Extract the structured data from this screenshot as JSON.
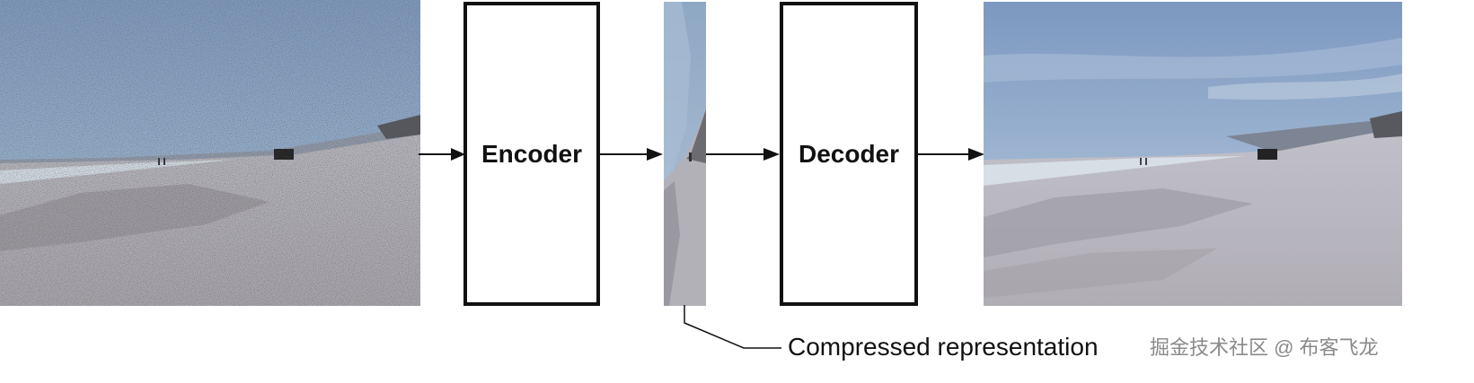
{
  "diagram": {
    "encoder_label": "Encoder",
    "decoder_label": "Decoder",
    "caption": "Compressed representation"
  },
  "watermark": "掘金技术社区 @ 布客飞龙",
  "colors": {
    "sky_top": "#7f9bc0",
    "sky_bottom": "#b7c9de",
    "sand_top": "#b9b8bf",
    "sand_bottom": "#a9a6ad",
    "block_border": "#111111"
  }
}
